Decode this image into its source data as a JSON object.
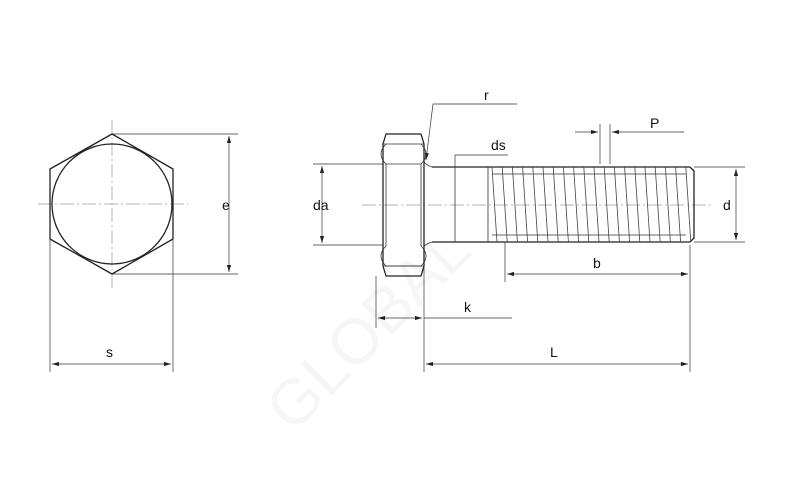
{
  "labels": {
    "s": "s",
    "e": "e",
    "da": "da",
    "r": "r",
    "ds": "ds",
    "P": "P",
    "d": "d",
    "b": "b",
    "k": "k",
    "L": "L"
  },
  "watermark": "GLOBAL"
}
